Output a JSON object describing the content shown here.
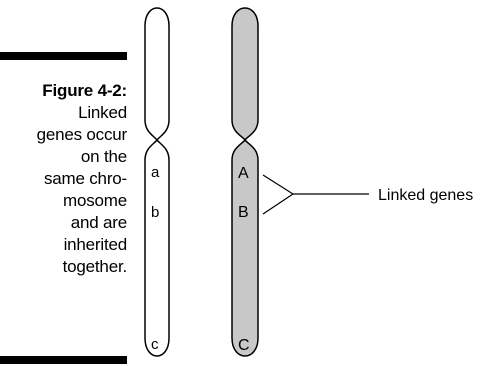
{
  "figure": {
    "title": "Figure 4-2:",
    "caption_lines": [
      "Linked",
      "genes occur",
      "on the",
      "same chro-",
      "mosome",
      "and are",
      "inherited",
      "together."
    ]
  },
  "chromosome_left": {
    "genes": [
      "a",
      "b",
      "c"
    ],
    "fill": "#ffffff"
  },
  "chromosome_right": {
    "genes": [
      "A",
      "B",
      "C"
    ],
    "fill": "#c8c8c8"
  },
  "callout": {
    "label": "Linked genes"
  }
}
